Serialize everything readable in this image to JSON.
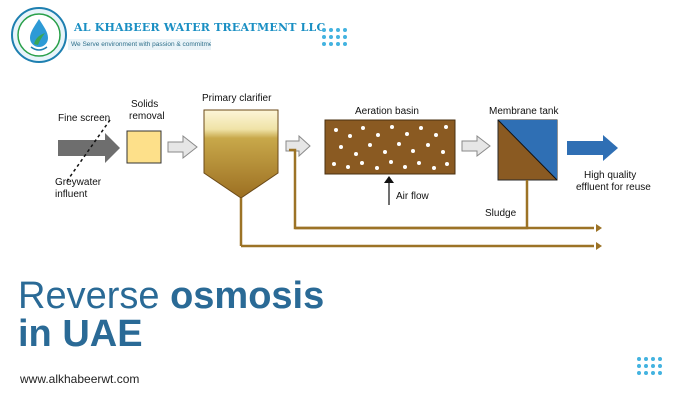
{
  "brand": {
    "name": "AL KHABEER WATER TREATMENT LLC",
    "tagline": "We Serve environment with passion & commitment"
  },
  "diagram": {
    "labels": {
      "fine_screen": "Fine screen",
      "solids_removal_1": "Solids",
      "solids_removal_2": "removal",
      "primary_clarifier": "Primary clarifier",
      "aeration_basin": "Aeration basin",
      "membrane_tank": "Membrane tank",
      "greywater_1": "Greywater",
      "greywater_2": "influent",
      "air_flow": "Air flow",
      "effluent_1": "High quality",
      "effluent_2": "effluent for reuse",
      "sludge": "Sludge"
    },
    "colors": {
      "sludge_line": "#9c7326",
      "tank_fill": "#8a5a22",
      "solids_box": "#fde08a",
      "output_arrow": "#2f6fb4",
      "input_arrow": "#6e6e6e"
    }
  },
  "headline": {
    "line1_light": "Reverse",
    "line1_bold": "osmosis",
    "line2": "in UAE"
  },
  "footer": {
    "website": "www.alkhabeerwt.com"
  }
}
